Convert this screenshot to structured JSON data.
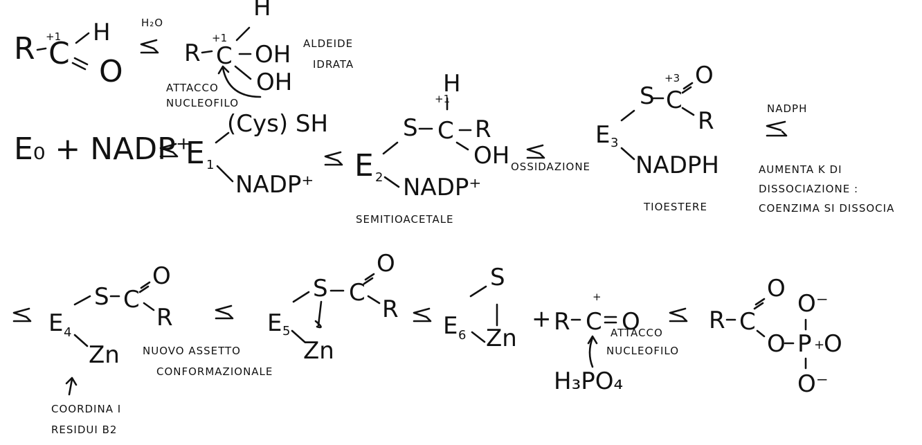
{
  "theme": {
    "ink": "#111111",
    "background": "#ffffff"
  },
  "row1": {
    "aldehyde": {
      "R": "R",
      "C": "C",
      "ox": "+1",
      "H": "H",
      "O": "O"
    },
    "water_label": "H₂O",
    "hydrate": {
      "R": "R",
      "C": "C",
      "ox": "+1",
      "H": "H",
      "OH_right": "OH",
      "OH_bottom": "OH"
    },
    "hydrate_label_1": "ALDEIDE",
    "hydrate_label_2": "IDRATA",
    "nuc_label_1": "ATTACCO",
    "nuc_label_2": "NUCLEOFILO"
  },
  "row2": {
    "e0_nadp": "E₀ + NADP⁺",
    "e1": {
      "E": "E",
      "sub": "1",
      "cys": "(Cys) SH",
      "nadp": "NADP⁺"
    },
    "e2": {
      "E": "E",
      "sub": "2",
      "S": "S",
      "C": "C",
      "R": "R",
      "H": "H",
      "OH": "OH",
      "ox": "+1",
      "nadp": "NADP⁺",
      "label": "SEMITIOACETALE"
    },
    "oxidation_label": "OSSIDAZIONE",
    "e3": {
      "E": "E",
      "sub": "3",
      "S": "S",
      "C": "C",
      "ox": "+3",
      "O": "O",
      "R": "R",
      "nadph": "NADPH",
      "label": "TIOESTERE"
    },
    "nadph_arrow_label": "NADPH",
    "dissoc_1": "AUMENTA K DI",
    "dissoc_2": "DISSOCIAZIONE :",
    "dissoc_3": "COENZIMA SI DISSOCIA"
  },
  "row3": {
    "e4": {
      "E": "E",
      "sub": "4",
      "S": "S",
      "C": "C",
      "O": "O",
      "R": "R",
      "Zn": "Zn",
      "note_1": "COORDINA I",
      "note_2": "RESIDUI B2"
    },
    "conform_1": "NUOVO ASSETTO",
    "conform_2": "CONFORMAZIONALE",
    "e5": {
      "E": "E",
      "sub": "5",
      "S": "S",
      "C": "C",
      "O": "O",
      "R": "R",
      "Zn": "Zn"
    },
    "e6": {
      "E": "E",
      "sub": "6",
      "S": "S",
      "Zn": "Zn"
    },
    "acylium": {
      "R": "R",
      "C": "C",
      "plus": "+",
      "O": "O"
    },
    "h3po4": "H₃PO₄",
    "nuc_label_1": "ATTACCO",
    "nuc_label_2": "NUCLEOFILO",
    "product": {
      "R": "R",
      "C": "C",
      "O_top": "O",
      "O_link": "O",
      "P": "P",
      "O_right": "O",
      "O_up": "O⁻",
      "O_down": "O⁻",
      "plus": "+"
    }
  }
}
